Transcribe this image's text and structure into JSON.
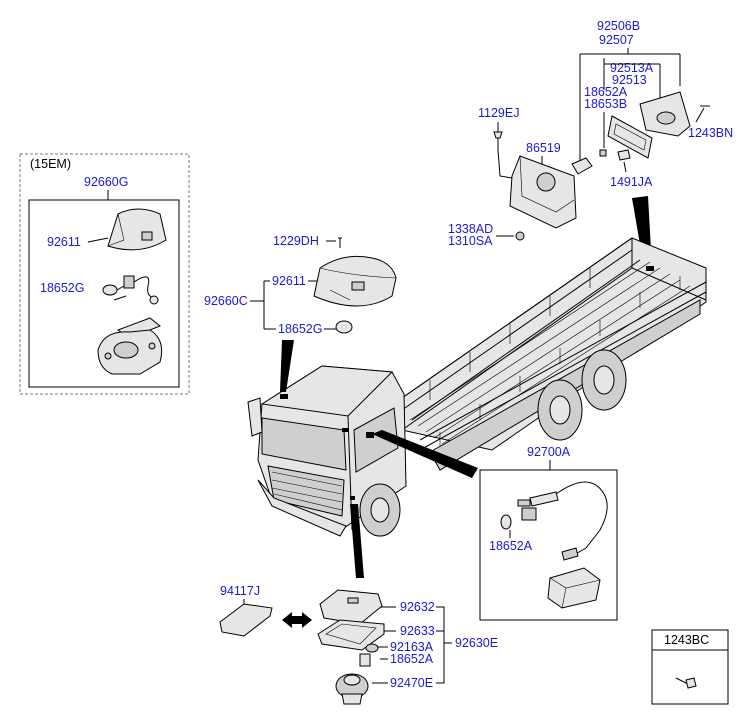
{
  "inset_15em": {
    "title": "(15EM)",
    "assembly": "92660G",
    "cover": "92611",
    "bulb": "18652G"
  },
  "cab_lamp": {
    "screw": "1229DH",
    "cover": "92611",
    "assembly": "92660C",
    "bulb": "18652G"
  },
  "rear_lamp": {
    "assembly_a": "92506B",
    "assembly_b": "92507",
    "lens_a": "92513A",
    "lens_b": "92513",
    "bulb_a": "18652A",
    "bulb_b": "18653B",
    "bolt": "1129EJ",
    "bracket": "86519",
    "screw": "1243BN",
    "socket": "1491JA",
    "nut_a": "1338AD",
    "nut_b": "1310SA"
  },
  "side_lamp": {
    "assembly": "92700A",
    "bulb": "18652A"
  },
  "bottom_lamp": {
    "pad": "94117J",
    "lens": "92632",
    "gasket": "92633",
    "socket": "92163A",
    "bulb": "18652A",
    "assembly": "92630E",
    "housing": "92470E"
  },
  "legend_box": {
    "code": "1243BC"
  }
}
